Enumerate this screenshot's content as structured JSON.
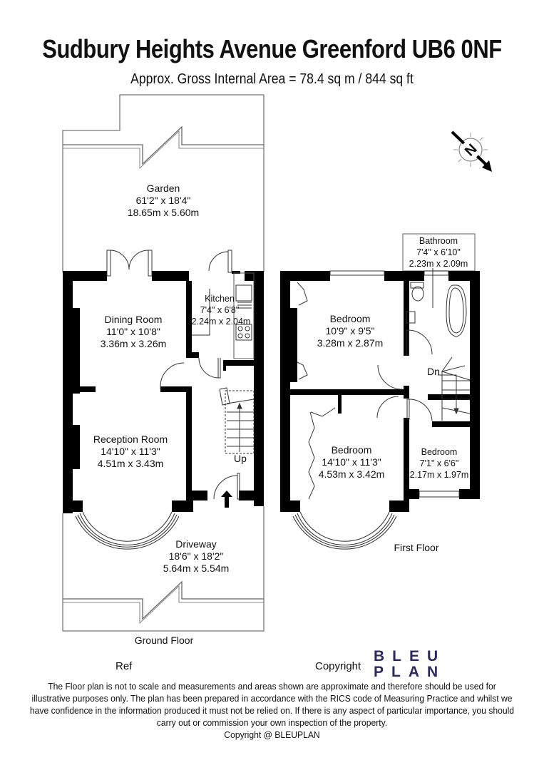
{
  "header": {
    "title": "Sudbury Heights Avenue Greenford UB6 0NF",
    "area": "Approx. Gross Internal Area =  78.4 sq m / 844 sq ft"
  },
  "compass": {
    "icon": "north-compass-icon",
    "letter": "N"
  },
  "ground_floor": {
    "label": "Ground Floor",
    "rooms": [
      {
        "name": "Garden",
        "imperial": "61'2\" x 18'4\"",
        "metric": "18.65m x 5.60m"
      },
      {
        "name": "Dining Room",
        "imperial": "11'0\" x 10'8\"",
        "metric": "3.36m x 3.26m"
      },
      {
        "name": "Kitchen",
        "imperial": "7'4\" x 6'8\"",
        "metric": "2.24m x 2.04m"
      },
      {
        "name": "Reception Room",
        "imperial": "14'10\" x 11'3\"",
        "metric": "4.51m x 3.43m"
      },
      {
        "name": "Driveway",
        "imperial": "18'6\" x 18'2\"",
        "metric": "5.64m x 5.54m"
      }
    ],
    "stairs_label": "Up"
  },
  "first_floor": {
    "label": "First Floor",
    "rooms": [
      {
        "name": "Bathroom",
        "imperial": "7'4\" x 6'10\"",
        "metric": "2.23m x 2.09m"
      },
      {
        "name": "Bedroom",
        "imperial": "10'9\" x 9'5\"",
        "metric": "3.28m x 2.87m"
      },
      {
        "name": "Bedroom",
        "imperial": "14'10\" x 11'3\"",
        "metric": "4.53m x 3.42m"
      },
      {
        "name": "Bedroom",
        "imperial": "7'1\" x 6'6\"",
        "metric": "2.17m x 1.97m"
      }
    ],
    "stairs_label": "Dn"
  },
  "footer": {
    "ref_label": "Ref",
    "copyright_label": "Copyright",
    "logo_line1": "BLEU",
    "logo_line2": "PLAN",
    "logo_color": "#2b2a5e",
    "disclaimer": "The Floor plan is not to scale and measurements and areas shown are approximate and therefore should be used for illustrative purposes only. The plan has been prepared in accordance with the RICS code of Measuring Practice and whilst we have confidence in the information produced it must not be relied on. If there is any aspect of particular importance, you should carry out or commission your own inspection of the property.",
    "copyright_line": "Copyright @ BLEUPLAN"
  }
}
